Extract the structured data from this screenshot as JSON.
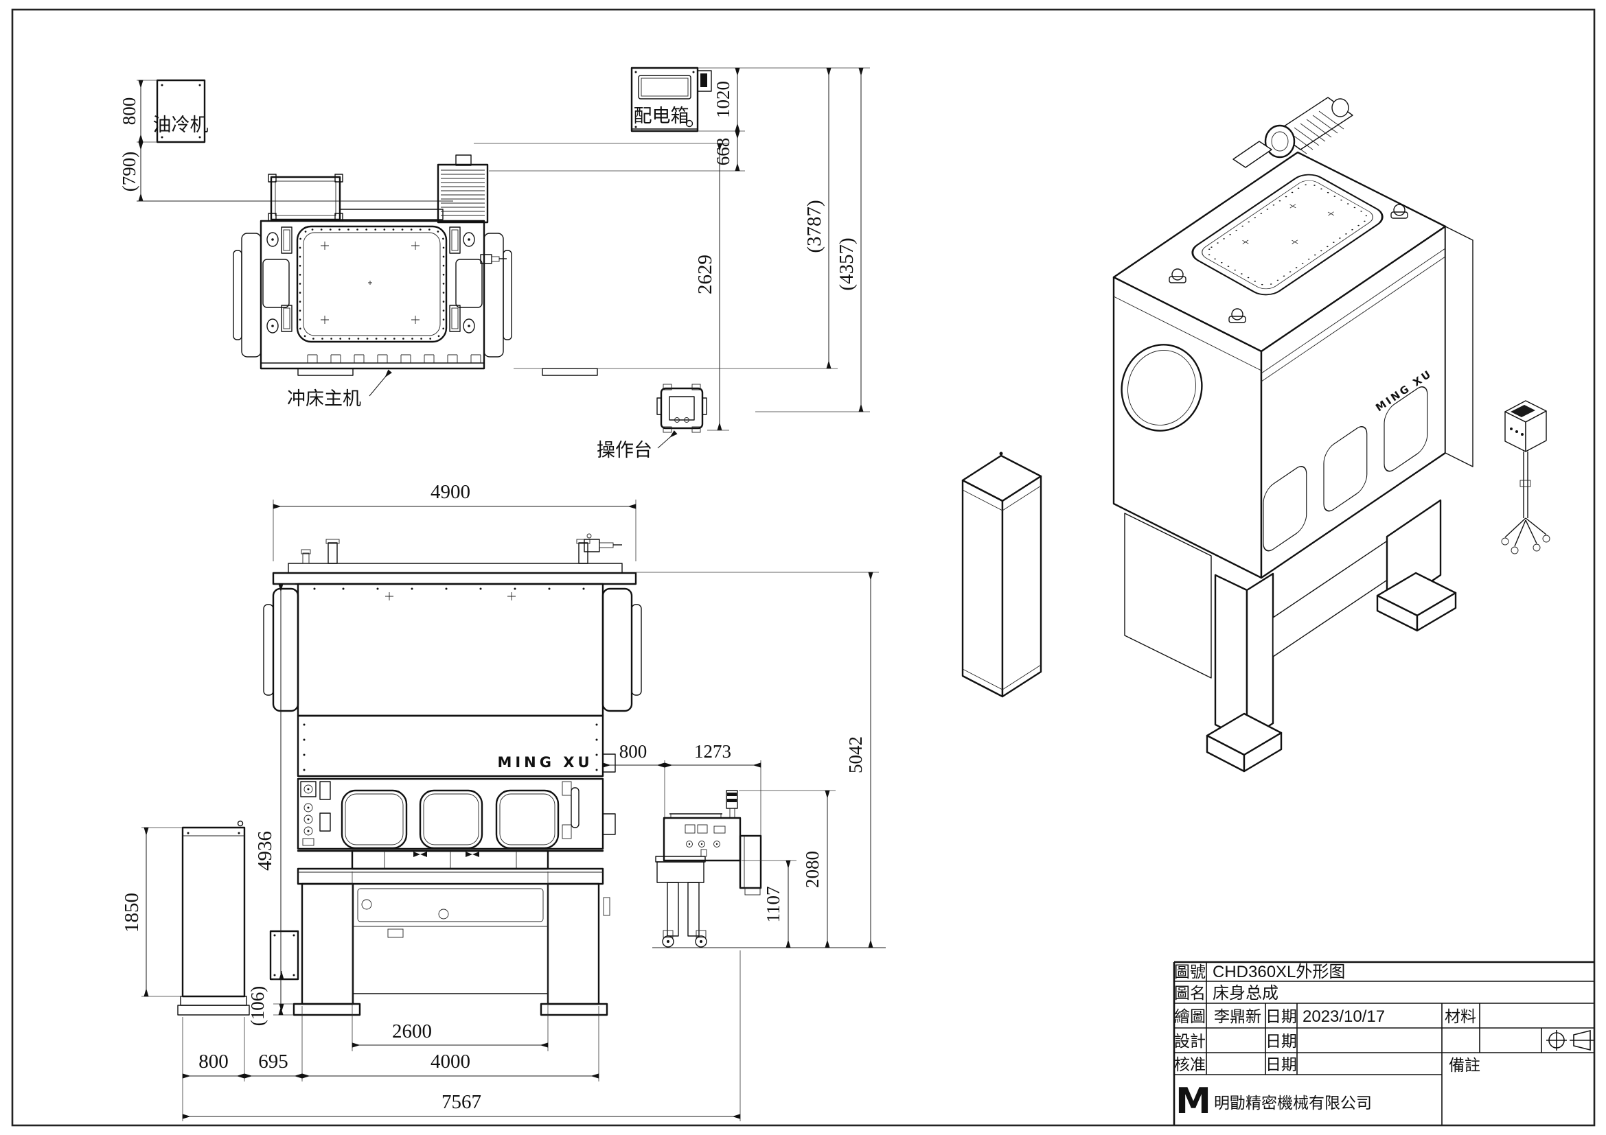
{
  "labels": {
    "oil_cooler": "油冷机",
    "distribution_box": "配电箱",
    "press_main": "冲床主机",
    "operator_console": "操作台",
    "brand": "MING XU",
    "brand_iso": "MING XU"
  },
  "plan": {
    "cooler_height": "800",
    "cooler_gap": "(790)",
    "box_height": "1020",
    "box_gap": "668",
    "press_top_height": "2629",
    "overall_depth": "(3787)",
    "overall_depth_with_console": "(4357)"
  },
  "front": {
    "top_width": "4900",
    "body_height": "4936",
    "cooler_height": "1850",
    "cushion_gap": "(106)",
    "cooler_width": "800",
    "cooler_to_press": "695",
    "bolster_width": "2600",
    "base_width": "4000",
    "overall_width": "7567",
    "press_to_console": "800",
    "console_width": "1273",
    "console_table_height": "1107",
    "console_height": "2080",
    "overall_height": "5042"
  },
  "tb": {
    "no_label": "圖號",
    "no_value": "CHD360XL外形图",
    "name_label": "圖名",
    "name_value": "床身总成",
    "draw_label": "繪圖",
    "draw_value": "李鼎新",
    "date_label1": "日期",
    "date_value": "2023/10/17",
    "material_label": "材料",
    "design_label": "設計",
    "date_label2": "日期",
    "approve_label": "核准",
    "date_label3": "日期",
    "remark_label": "備註",
    "company": "明勖精密機械有限公司",
    "logo": "M"
  }
}
